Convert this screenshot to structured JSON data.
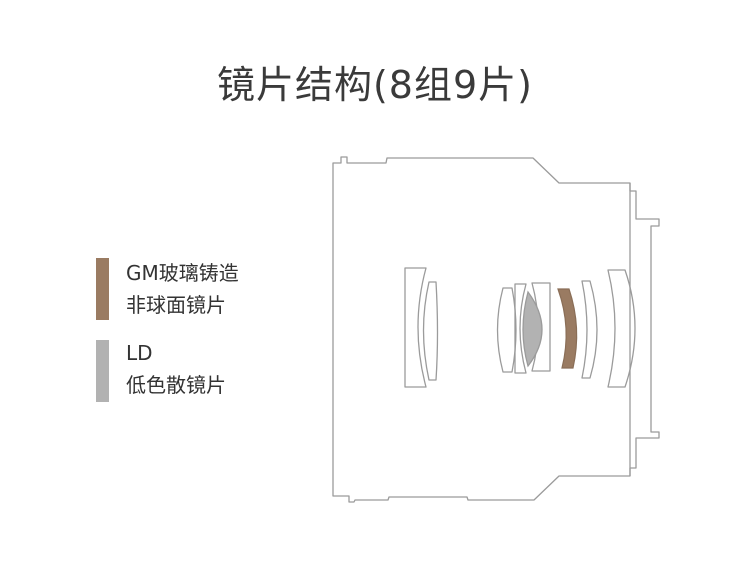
{
  "title": "镜片结构(8组9片)",
  "legend": [
    {
      "line1": "GM玻璃铸造",
      "line2": "非球面镜片",
      "color": "#9a7b62"
    },
    {
      "line1": "LD",
      "line2": "低色散镜片",
      "color": "#b2b2b2"
    }
  ],
  "colors": {
    "outline": "#9b9b9b",
    "gm_element": "#9a7b62",
    "ld_element": "#b2b2b2"
  }
}
